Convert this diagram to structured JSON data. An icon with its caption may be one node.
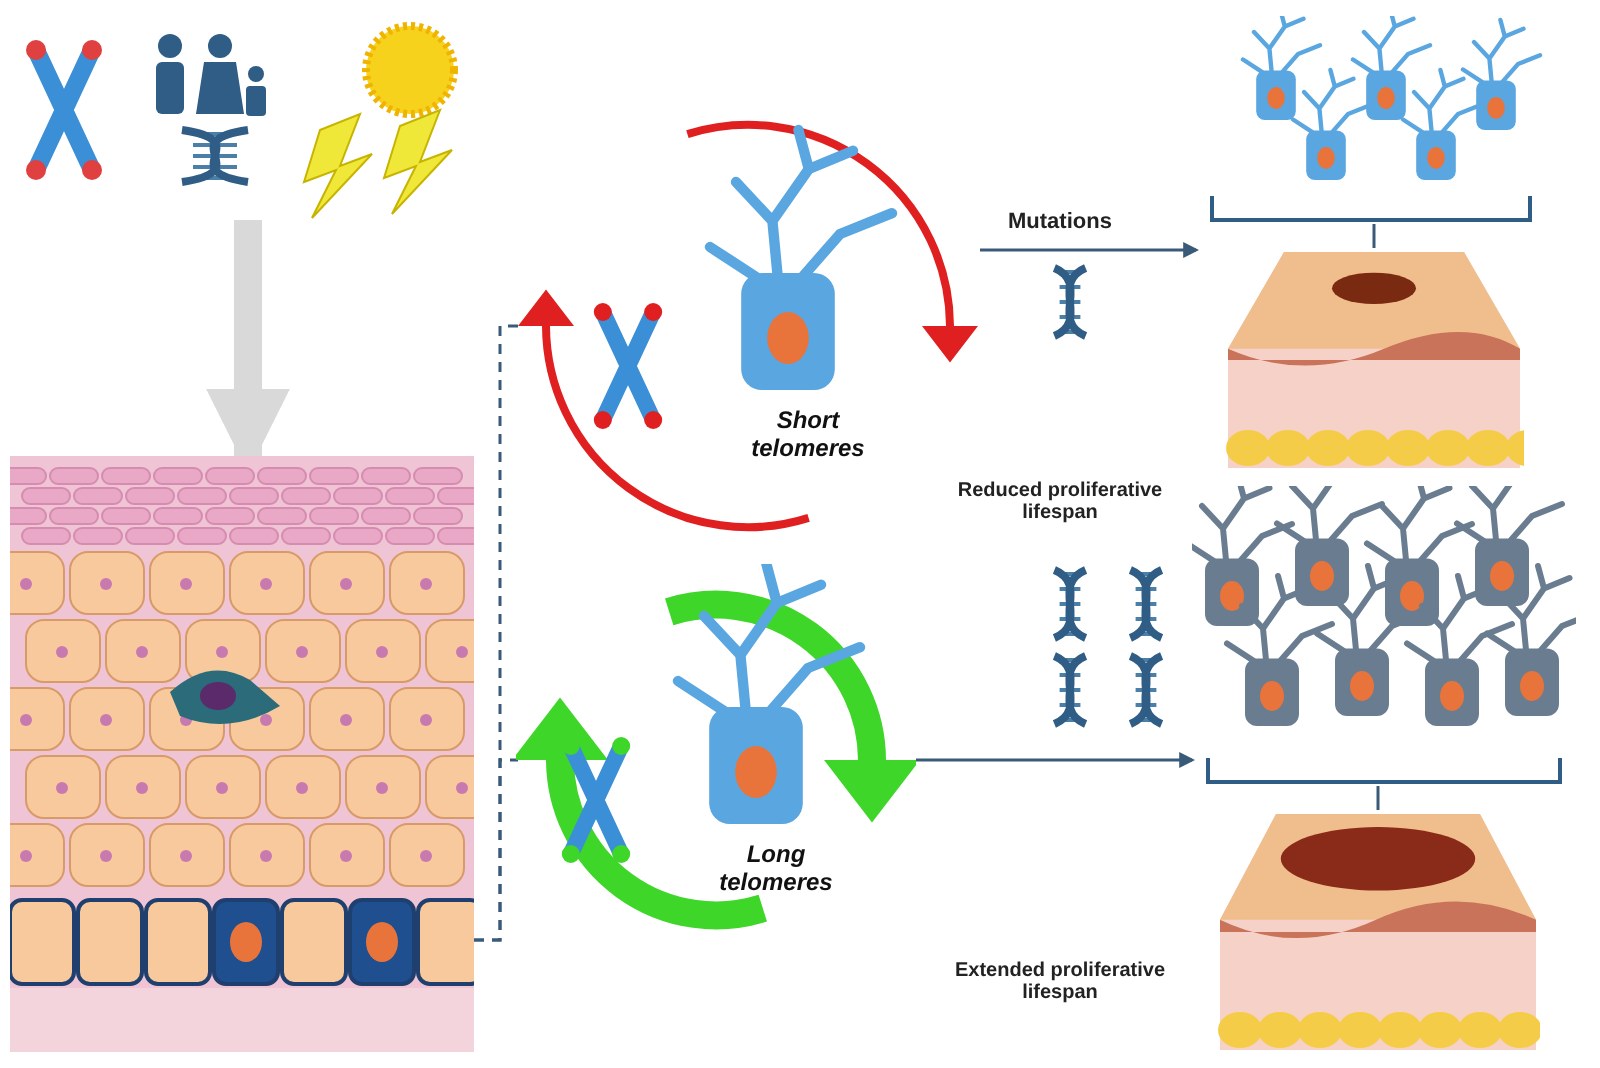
{
  "diagram": {
    "nodes": [
      {
        "text": [],
        "shape": "picture"
      },
      {
        "text": [],
        "shape": "picture"
      },
      {
        "text": [
          "Short telomeres"
        ],
        "beside": [
          "Reduced proliferative lifespan"
        ]
      },
      {
        "text": [],
        "shape": "picture"
      },
      {
        "text": [],
        "shape": "picture"
      },
      {
        "text": [
          "Long telomeres"
        ],
        "beside": [
          "Extended proliferative lifespan"
        ]
      },
      {
        "text": [],
        "shape": "picture"
      },
      {
        "text": [],
        "shape": "picture"
      }
    ],
    "edges": [
      {
        "from": 0,
        "to": 1,
        "arrow": "to",
        "style": "thick",
        "color": "#d9d9d9"
      },
      {
        "from": 1,
        "to": 2,
        "arrow": "none",
        "style": "dashed"
      },
      {
        "from": 1,
        "to": 5,
        "arrow": "none",
        "style": "dashed"
      },
      {
        "from": 2,
        "to": 3,
        "arrow": "to",
        "label": "Mutations"
      },
      {
        "from": 3,
        "to": 4,
        "arrow": "none"
      },
      {
        "from": 5,
        "to": 6,
        "arrow": "to"
      },
      {
        "from": 6,
        "to": 7,
        "arrow": "none"
      }
    ]
  }
}
